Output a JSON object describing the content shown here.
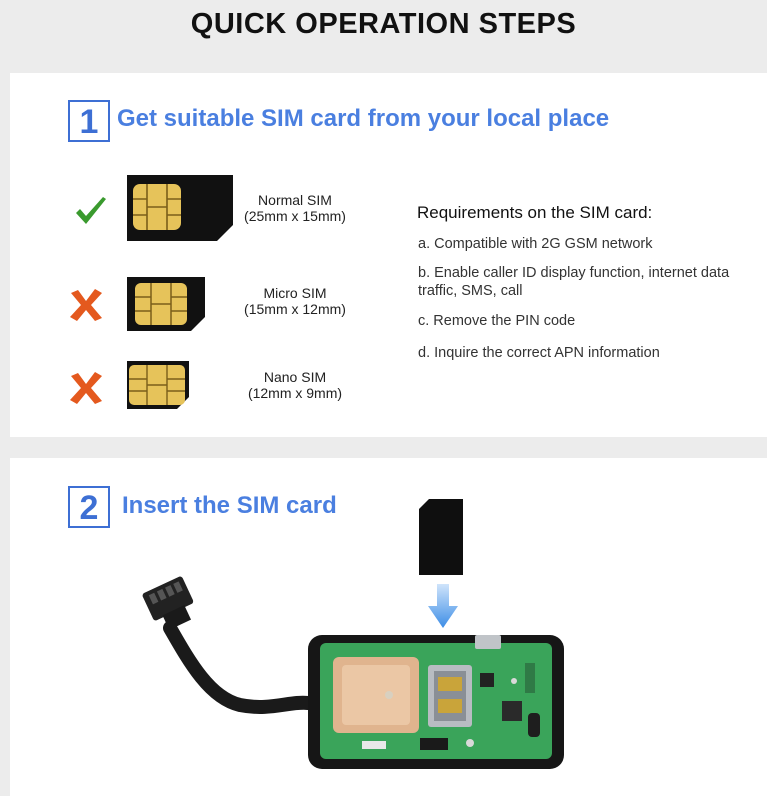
{
  "header": {
    "title": "QUICK OPERATION STEPS"
  },
  "step1": {
    "number": "1",
    "title": "Get suitable SIM card from your local place",
    "sims": [
      {
        "name": "Normal SIM",
        "size": "(25mm x 15mm)",
        "status": "check-icon"
      },
      {
        "name": "Micro SIM",
        "size": "(15mm x 12mm)",
        "status": "cross-icon"
      },
      {
        "name": "Nano SIM",
        "size": "(12mm x 9mm)",
        "status": "cross-icon"
      }
    ],
    "requirements": {
      "title": "Requirements on the SIM card:",
      "items": [
        "a. Compatible with 2G GSM network",
        "b. Enable caller ID display function, internet data traffic, SMS, call",
        "c. Remove the PIN code",
        "d. Inquire the correct APN information"
      ]
    }
  },
  "step2": {
    "number": "2",
    "title": "Insert the SIM card"
  },
  "colors": {
    "accent": "#3d6fd4",
    "check": "#3a9a2e",
    "cross": "#e4591e",
    "chip": "#e6c35a",
    "pcb": "#3aa45a"
  }
}
